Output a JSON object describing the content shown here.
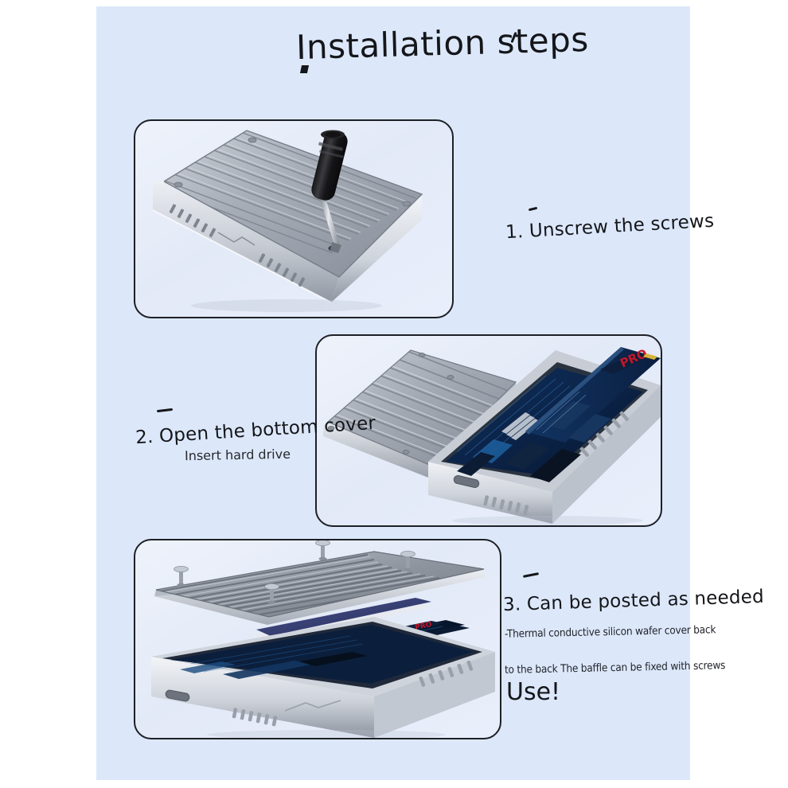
{
  "page": {
    "background_color": "#ffffff",
    "panel_color": "#dce8fa",
    "card_border_color": "#1d2026",
    "text_color": "#15161a",
    "accent_red": "#c3162a",
    "thermal_pad_color": "#3c4478",
    "aluminium_light": "#e8ecf2",
    "aluminium_mid": "#9aa0aa",
    "aluminium_dark": "#5e646e",
    "pcb_color": "#0d2347"
  },
  "header": {
    "title": "Installation steps",
    "decor_dot": "title-dot",
    "decor_tick": "title-tick"
  },
  "steps": [
    {
      "id": "step-1",
      "caption": "1. Unscrew the screws",
      "sub": "",
      "image_alt": "ssd-enclosure-with-screwdriver"
    },
    {
      "id": "step-2",
      "caption": "2. Open the bottom cover",
      "sub": "Insert hard drive",
      "image_alt": "enclosure-open-with-m2-ssd"
    },
    {
      "id": "step-3",
      "caption": "3. Can be posted as needed",
      "line_a": "-Thermal conductive silicon wafer cover back",
      "line_b": "to the back The baffle can be fixed with screws",
      "use_label": "Use!",
      "image_alt": "exploded-view-with-thermal-pad"
    }
  ],
  "product_labels": {
    "ssd_brand_mark": "PRO"
  }
}
